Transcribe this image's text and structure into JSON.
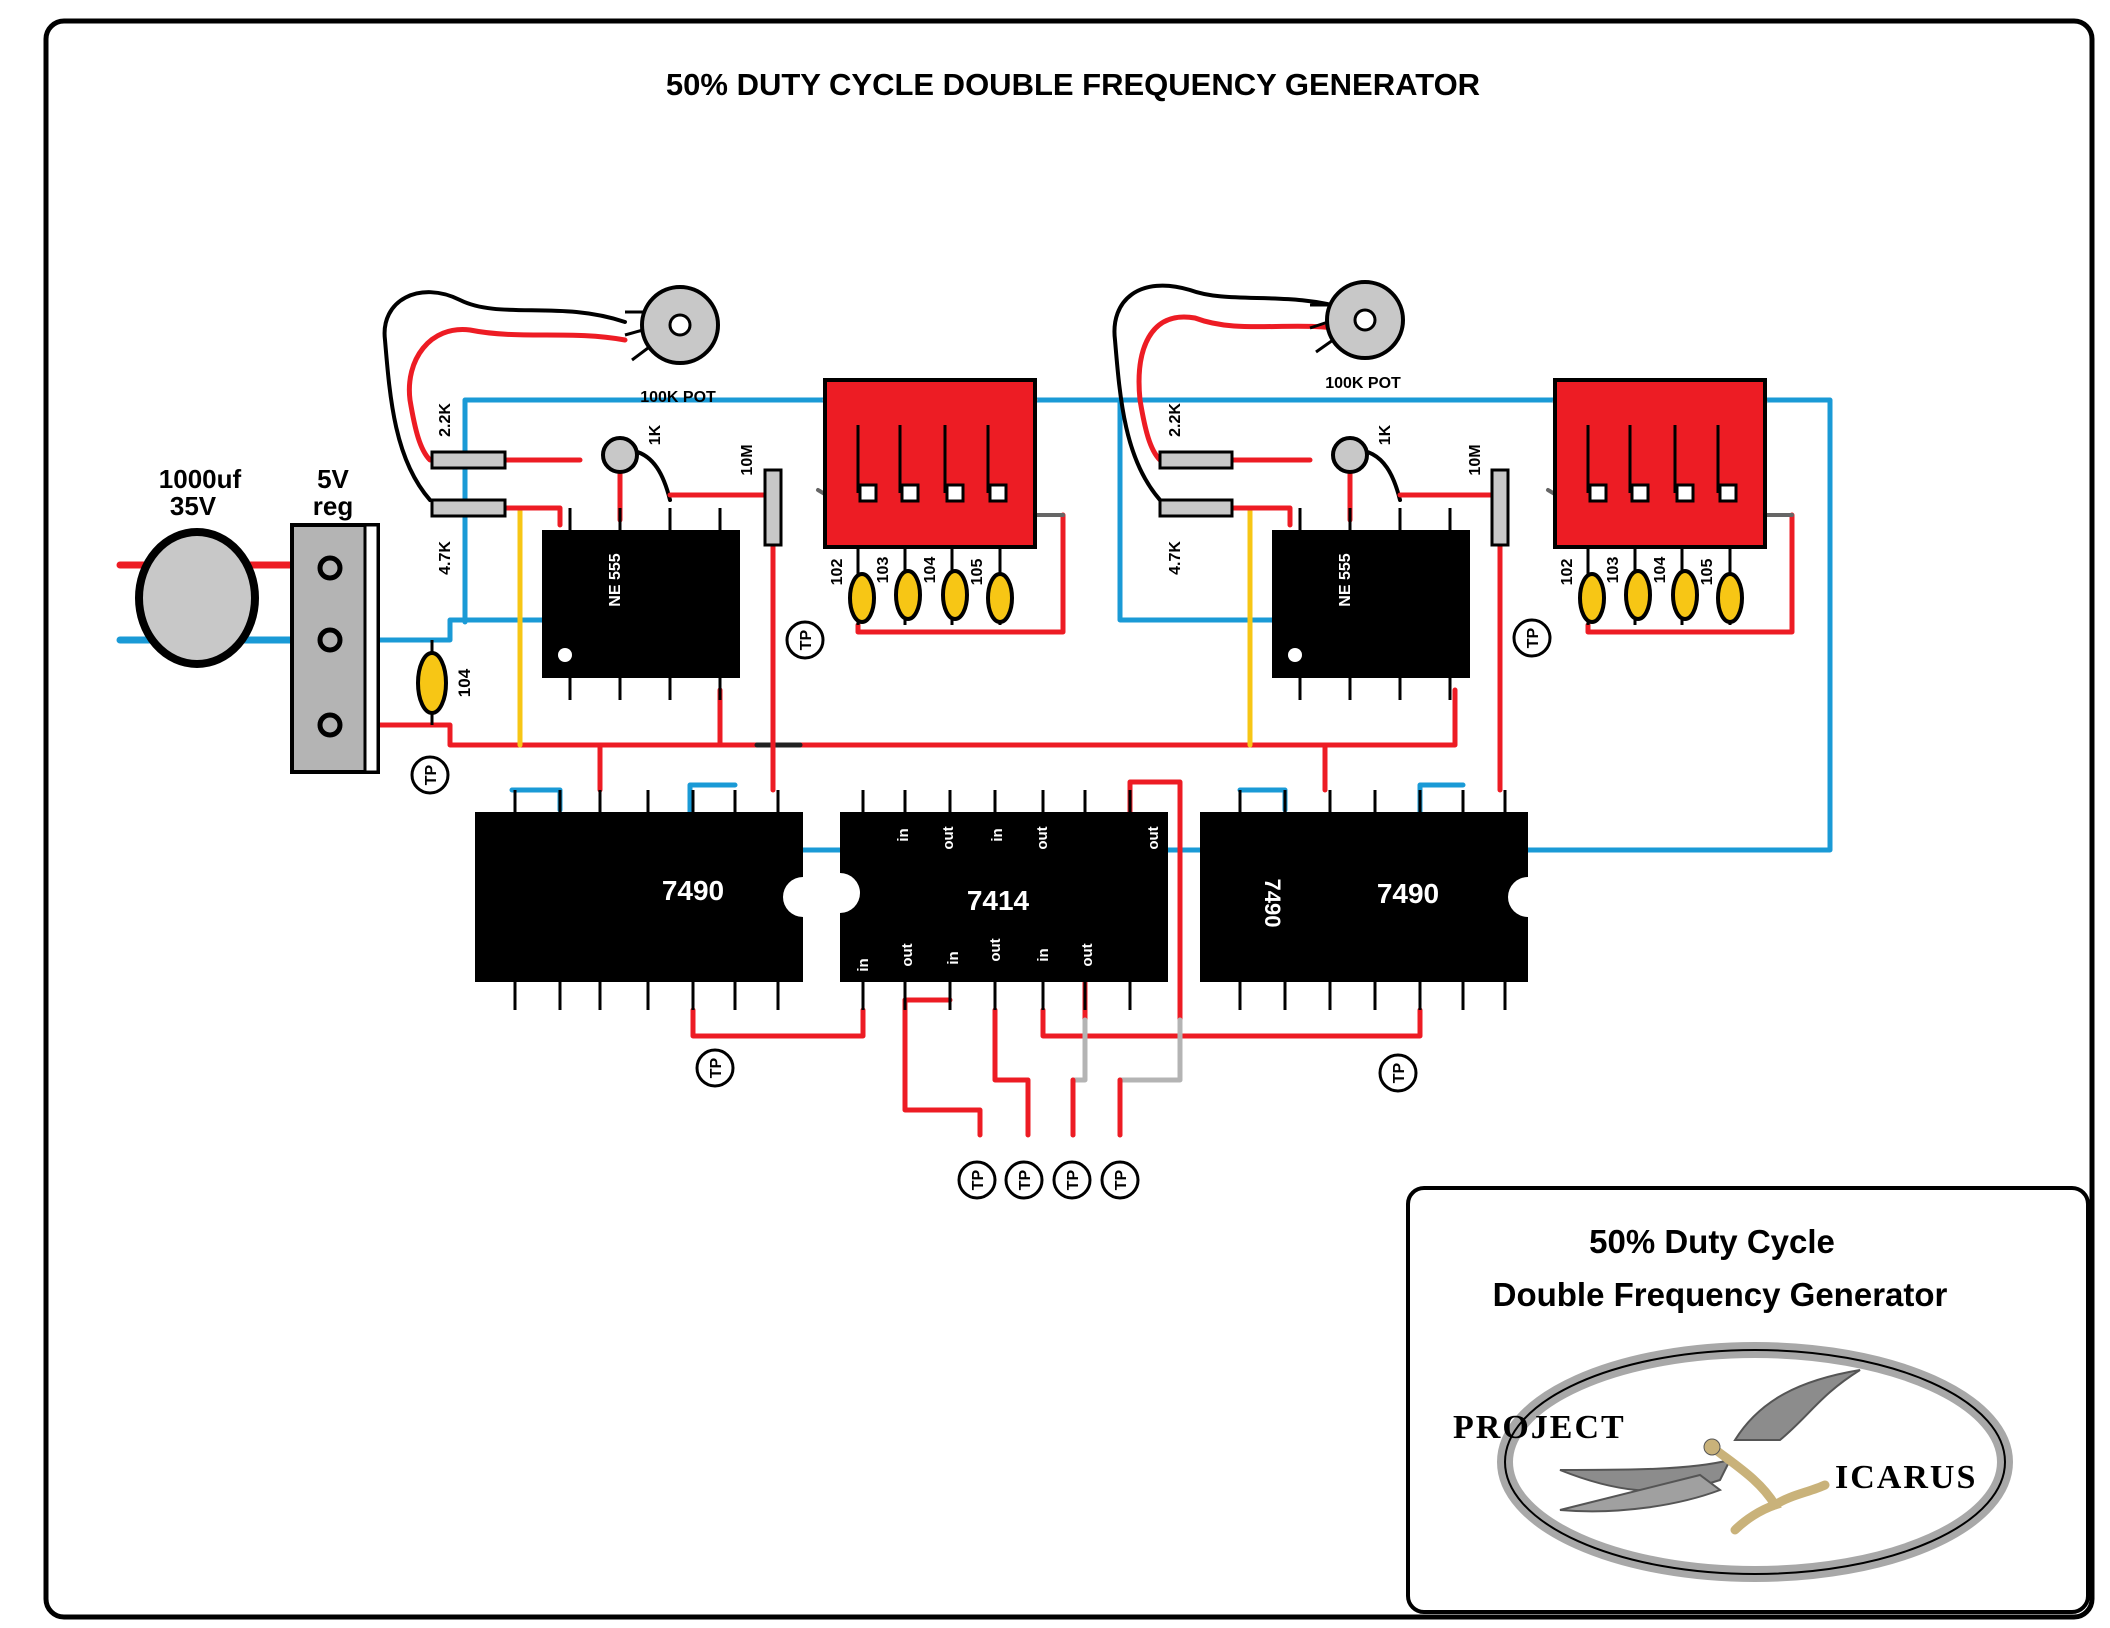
{
  "title": "50% DUTY CYCLE DOUBLE FREQUENCY GENERATOR",
  "colors": {
    "wire_red": "#ed1c24",
    "wire_blue": "#1a9ad6",
    "wire_yellow": "#f7c615",
    "wire_gray": "#b4b4b4",
    "ic_black": "#000000",
    "dip_red": "#ed1c24",
    "cap_yellow": "#f7c615"
  },
  "power": {
    "cap_value": "1000uf",
    "cap_voltage": "35V",
    "reg_label_1": "5V",
    "reg_label_2": "reg",
    "decoupling_cap": "104"
  },
  "timer_left": {
    "pot": "100K POT",
    "r1": "2.2K",
    "r2": "4.7K",
    "trim": "1K",
    "r_pull": "10M",
    "ic": "NE 555",
    "caps": [
      "102",
      "103",
      "104",
      "105"
    ]
  },
  "timer_right": {
    "pot": "100K POT",
    "r1": "2.2K",
    "r2": "4.7K",
    "trim": "1K",
    "r_pull": "10M",
    "ic": "NE 555",
    "caps": [
      "102",
      "103",
      "104",
      "105"
    ]
  },
  "counter_left": {
    "ic": "7490"
  },
  "inverter": {
    "ic": "7414",
    "top_pins": [
      "in",
      "out",
      "in",
      "out",
      "out"
    ],
    "bottom_pins": [
      "in",
      "out",
      "in",
      "out",
      "in",
      "out"
    ]
  },
  "counter_right": {
    "ic": "7490",
    "side_label": "7490"
  },
  "test_point": "TP",
  "logo": {
    "line1": "50% Duty Cycle",
    "line2": "Double  Frequency  Generator",
    "word1": "PROJECT",
    "word2": "ICARUS"
  }
}
